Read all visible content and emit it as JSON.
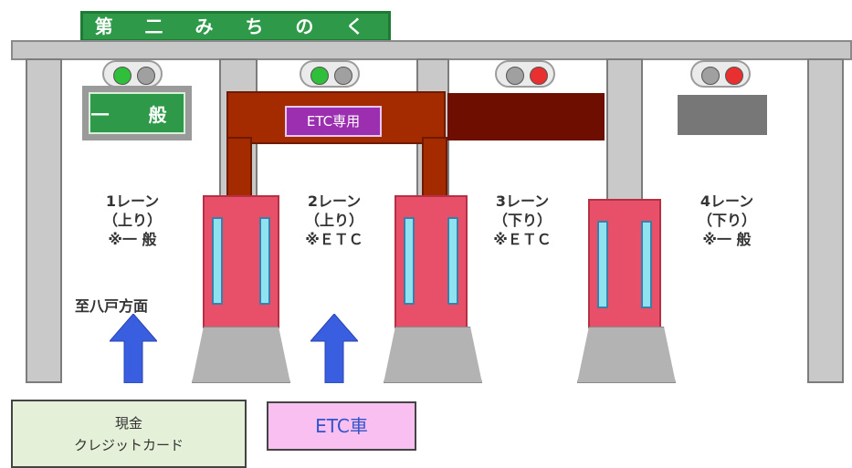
{
  "top_sign": "第 二 み ち の く",
  "lane_sign_general": "一 般",
  "etc_only_sign": "ETC専用",
  "lanes": [
    {
      "line1": "1レーン",
      "line2": "（上り）",
      "line3": "※一 般"
    },
    {
      "line1": "2レーン",
      "line2": "（上り）",
      "line3": "※ＥＴＣ"
    },
    {
      "line1": "3レーン",
      "line2": "（下り）",
      "line3": "※ＥＴＣ"
    },
    {
      "line1": "4レーン",
      "line2": "（下り）",
      "line3": "※一 般"
    }
  ],
  "destination": "至八戸方面",
  "legend_cash_line1": "現金",
  "legend_cash_line2": "クレジットカード",
  "legend_etc": "ETC車",
  "colors": {
    "green_sign": "#2e9a49",
    "canopy_red": "#a42a00",
    "etc_purple": "#9b2fb0",
    "arrow_blue": "#3a5ee0"
  }
}
